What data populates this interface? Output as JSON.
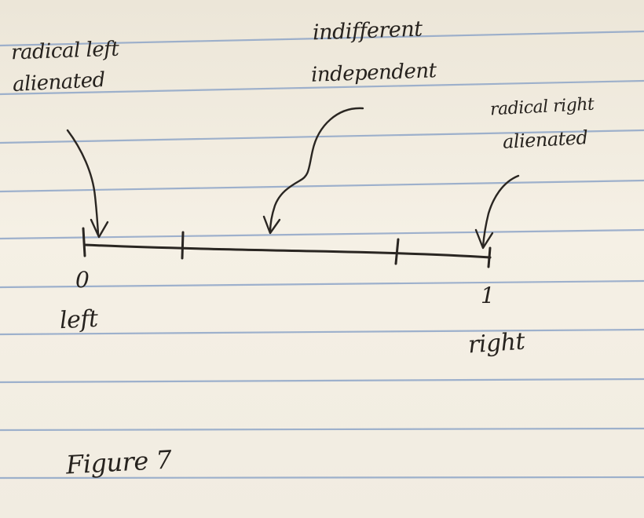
{
  "annotations": {
    "left_extreme_line1": "radical left",
    "left_extreme_line2": "alienated",
    "middle_line1": "indifferent",
    "middle_line2": "independent",
    "right_extreme_line1": "radical right",
    "right_extreme_line2": "alienated"
  },
  "scale": {
    "min_label": "0",
    "max_label": "1",
    "left_pole": "left",
    "right_pole": "right"
  },
  "caption": "Figure 7",
  "colors": {
    "ink": "#2a2622",
    "paper": "#f3eee3",
    "rule_lines": "#8fa6c8"
  }
}
